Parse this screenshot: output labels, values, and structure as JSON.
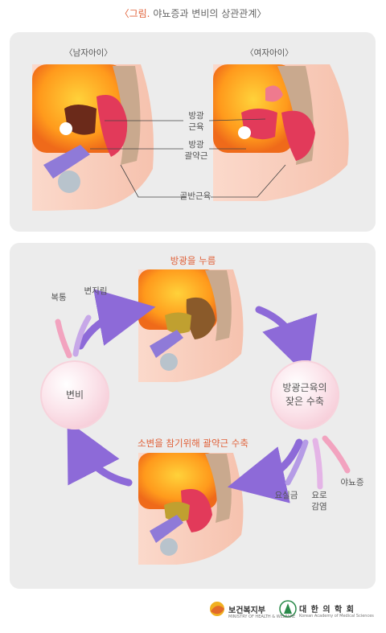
{
  "title": {
    "prefix": "〈그림.",
    "rest": " 야뇨증과 변비의 상관관계〉"
  },
  "top": {
    "boy_label": "〈남자아이〉",
    "girl_label": "〈여자아이〉",
    "bladder_muscle": [
      "방광",
      "근육"
    ],
    "sphincter": [
      "방광",
      "괄약근"
    ],
    "pelvic_muscle": "골반근육"
  },
  "cycle": {
    "press_bladder": "방광을 누름",
    "constipation": "변비",
    "contraction": [
      "방광근육의",
      "잦은 수축"
    ],
    "hold_urine": "소변을 참기위해 괄약근 수축",
    "pain": "복통",
    "distension": "변지림",
    "incontinence": "요실금",
    "uti": [
      "요로",
      "감염"
    ],
    "enuresis": "야뇨증"
  },
  "logos": {
    "ministry": "보건복지부",
    "ministry_sub": "MINISTRY OF HEALTH & WELFARE",
    "association": "대 한 의 학 회",
    "association_sub": "Korean Academy of Medical Sciences"
  },
  "colors": {
    "accent": "#e0623a",
    "arrow_purple": "#8d6ad8",
    "arrow_pink": "#f2a3bf",
    "panel": "#ececec"
  }
}
